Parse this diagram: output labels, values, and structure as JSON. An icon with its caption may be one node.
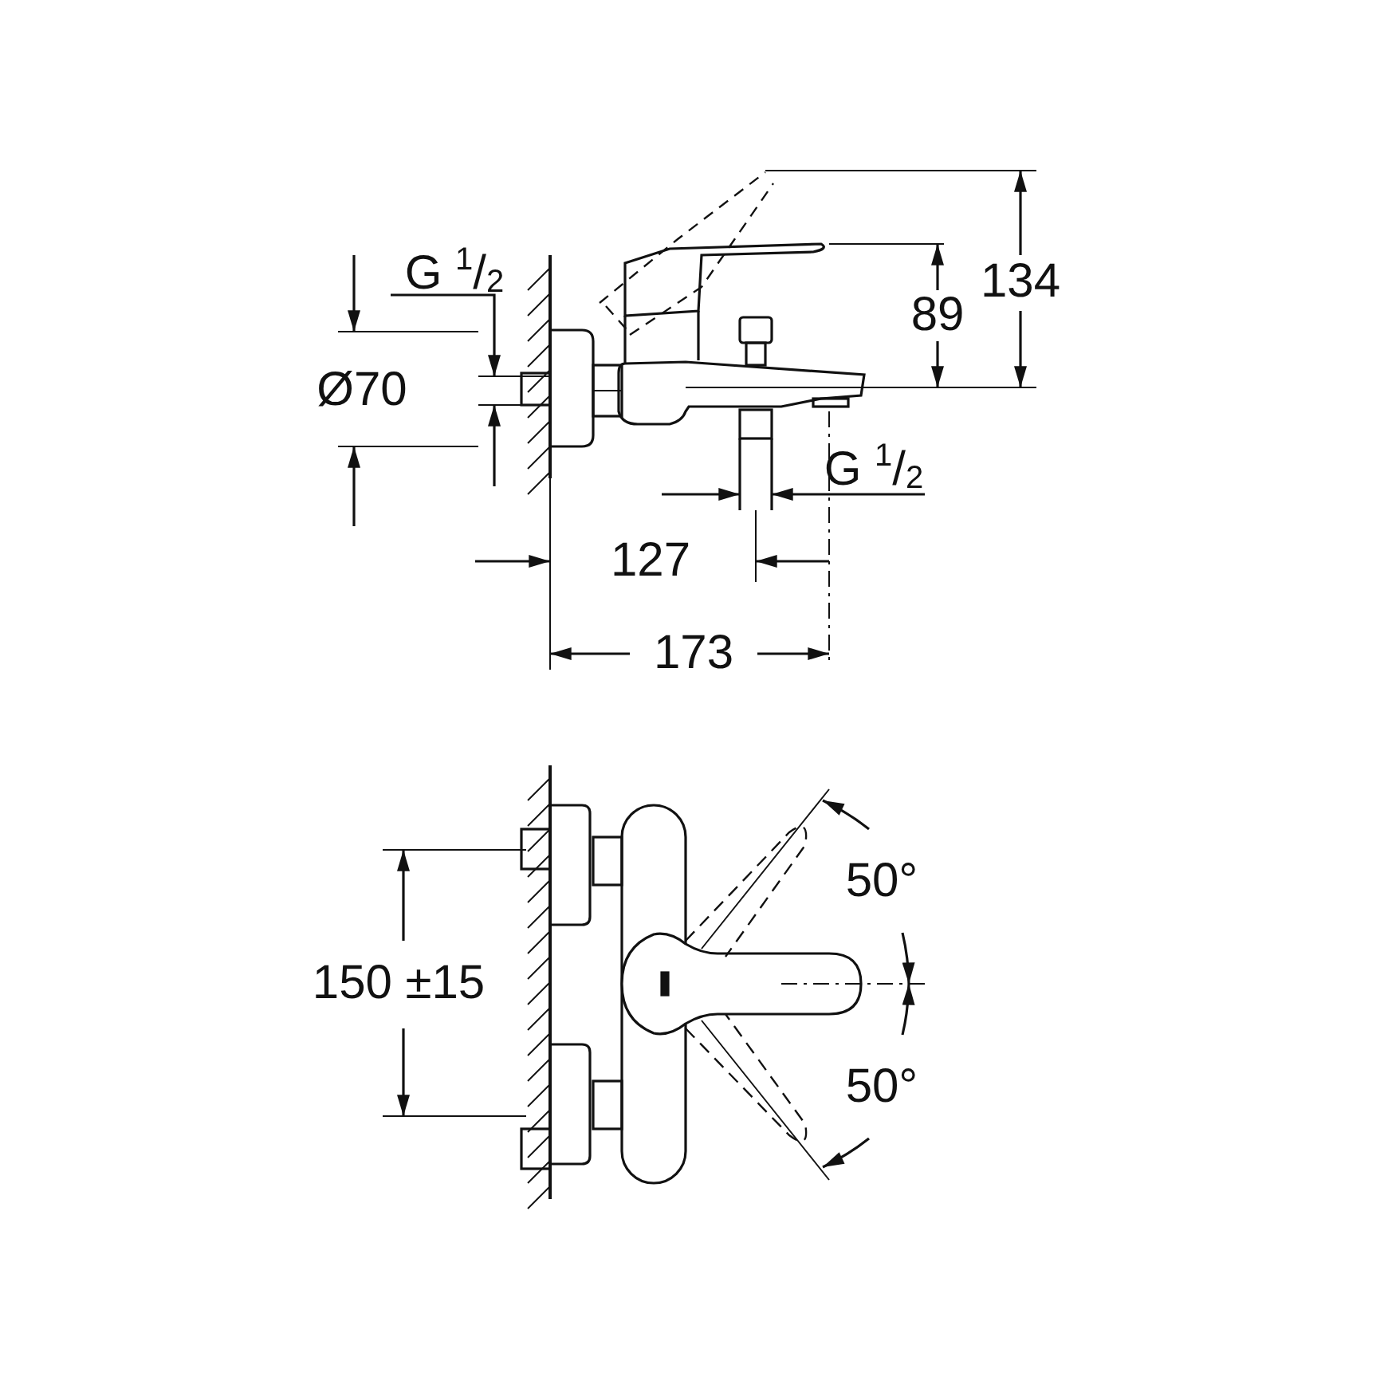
{
  "diagram": {
    "labels": [
      "G $^{1}$/$_{2}$",
      "134",
      "89",
      "Ø70",
      "G $^{1}$/$_{2}$",
      "127",
      "173",
      "50°",
      "150 ±15",
      "50°"
    ]
  }
}
